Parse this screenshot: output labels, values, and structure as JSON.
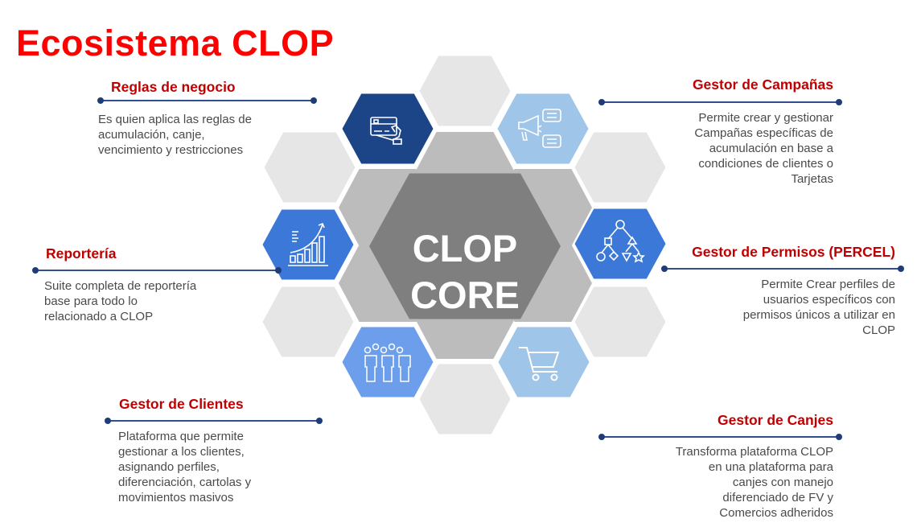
{
  "title": "Ecosistema CLOP",
  "core": {
    "line1": "CLOP",
    "line2": "CORE"
  },
  "colors": {
    "title": "#ff0000",
    "heading": "#c00000",
    "connector": "#2f4f8f",
    "core": "#7f7f7f",
    "ring": "#bcbcbc",
    "filler": "#e6e6e6"
  },
  "modules": {
    "reglas": {
      "title": "Reglas de negocio",
      "description": "Es quien aplica las reglas de\nacumulación, canje,\nvencimiento y restricciones",
      "icon": "card-hand-icon",
      "color": "#1c4587"
    },
    "reporteria": {
      "title": "Reportería",
      "description": "Suite completa de reportería\nbase para todo lo\nrelacionado a CLOP",
      "icon": "growth-chart-icon",
      "color": "#3c78d8"
    },
    "clientes": {
      "title": "Gestor de Clientes",
      "description": "Plataforma que permite\ngestionar a los clientes,\nasignando perfiles,\ndiferenciación, cartolas y\nmovimientos masivos",
      "icon": "people-group-icon",
      "color": "#6d9eeb"
    },
    "campanas": {
      "title": "Gestor de Campañas",
      "description": "Permite crear y gestionar\nCampañas específicas de\nacumulación en base a\ncondiciones de clientes o\nTarjetas",
      "icon": "megaphone-icon",
      "color": "#9fc5e8"
    },
    "permisos": {
      "title": "Gestor de Permisos (PERCEL)",
      "description": "Permite Crear perfiles de\nusuarios específicos con\npermisos únicos a utilizar en\nCLOP",
      "icon": "hierarchy-icon",
      "color": "#3c78d8"
    },
    "canjes": {
      "title": "Gestor de Canjes",
      "description": "Transforma plataforma CLOP\nen una plataforma para\ncanjes con manejo\ndiferenciado de FV y\nComercios adheridos",
      "icon": "shopping-cart-icon",
      "color": "#9fc5e8"
    }
  }
}
